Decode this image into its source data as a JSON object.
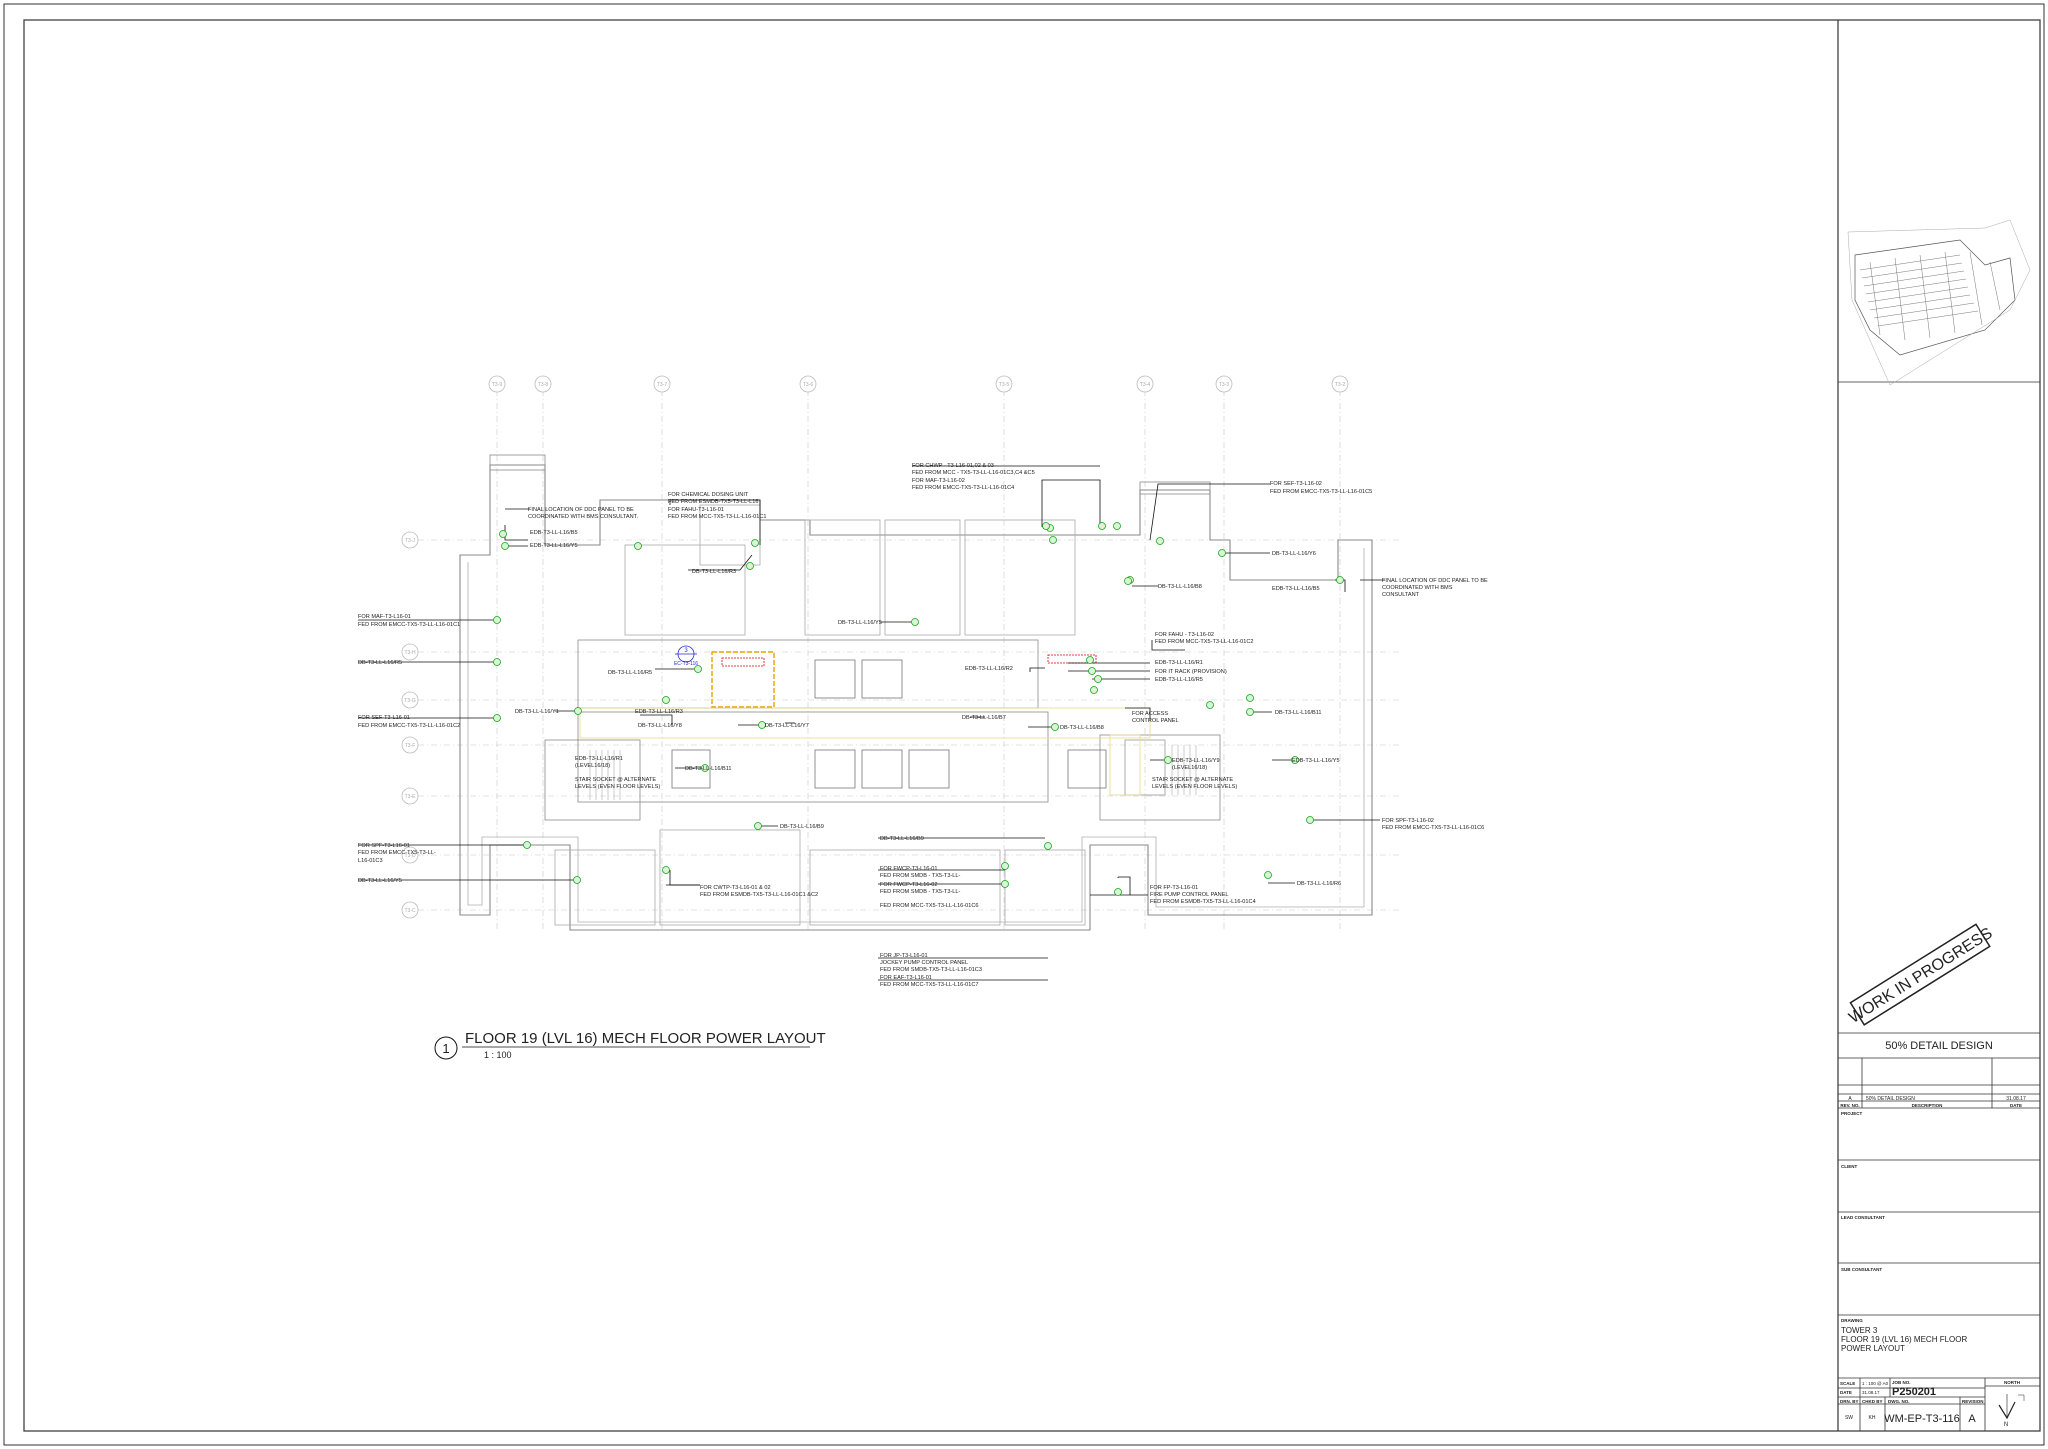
{
  "drawing": {
    "title": "FLOOR 19 (LVL 16) MECH FLOOR POWER LAYOUT",
    "view_number": "1",
    "scale": "1 : 100",
    "section_tag": {
      "number": "3",
      "ref": "EC-T3-116"
    },
    "stamp": "WORK IN PROGRESS"
  },
  "grid_labels": {
    "top": [
      "T3-9",
      "T3-8",
      "T3-7",
      "T3-6",
      "T3-5",
      "T3-4",
      "T3-3",
      "T3-2"
    ],
    "left": [
      "T3-J",
      "T3-H",
      "T3-G",
      "T3-F",
      "T3-E",
      "T3-D",
      "T3-C"
    ]
  },
  "annotations": [
    "FOR CHWP - T3-L16-01,02 & 03 -",
    "FED FROM MCC - TX5-T3-LL-L16-01C3,C4 &C5",
    "FOR MAF-T3-L16-02",
    "FED FROM EMCC-TX5-T3-LL-L16-01C4",
    "FOR SEF-T3-L16-02",
    "FED FROM EMCC-TX5-T3-LL-L16-01C5",
    "FOR CHEMICAL DOSING UNIT",
    "FED FROM ESMDB-TX5-T3-LL-L16",
    "FOR FAHU-T3-L16-01",
    "FED FROM MCC-TX5-T3-LL-L16-01C1",
    "FINAL LOCATION OF DDC PANEL TO BE",
    "COORDINATED WITH BMS CONSULTANT.",
    "EDB-T3-LL-L16/B5",
    "EDB-T3-LL-L16/Y5",
    "DB-T3-LL-L16/R3",
    "DB-T3-LL-L16/Y6",
    "DB-T3-LL-L16/B8",
    "FINAL LOCATION OF DDC PANEL TO BE",
    "COORDINATED WITH BMS",
    "CONSULTANT",
    "EDB-T3-LL-L16/B5",
    "FOR MAF-T3-L16-01",
    "FED FROM EMCC-TX5-T3-LL-L16-01C1",
    "DB-T3-LL-L16/Y5",
    "FOR FAHU - T3-L16-02",
    "FED FROM MCC-TX5-T3-LL-L16-01C2",
    "DB-T3-LL-L16/R5",
    "EDB-T3-LL-L16/R1",
    "FOR IT RACK (PROVISION)",
    "EDB-T3-LL-L16/R5",
    "DB-T3-LL-L16/R5",
    "EDB-T3-LL-L16/R2",
    "FOR SEF-T3-L16-01",
    "FED FROM EMCC-TX5-T3-LL-L16-01C2",
    "DB-T3-LL-L16/Y1",
    "EDB-T3-LL-L16/R3",
    "DB-T3-LL-L16/Y8",
    "DB-T3-LL-L16/Y7",
    "DB-T3-LL-L16/B7",
    "DB-T3-LL-L16/B8",
    "FOR ACCESS",
    "CONTROL PANEL",
    "DB-T3-LL-L16/B11",
    "EDB-T3-LL-L16/R1",
    "(LEVEL16/18)",
    "STAIR SOCKET @ ALTERNATE",
    "LEVELS (EVEN FLOOR LEVELS)",
    "DB-T3-LL-L16/B11",
    "EDB-T3-LL-L16/Y9",
    "(LEVEL16/18)",
    "STAIR SOCKET @ ALTERNATE",
    "LEVELS (EVEN FLOOR LEVELS)",
    "EDB-T3-LL-L16/Y5",
    "DB-T3-LL-L16/B9",
    "DB-T3-LL-L16/B9",
    "FOR SPF-T3-L16-02",
    "FED FROM EMCC-TX5-T3-LL-L16-01C6",
    "FOR SPF-T3-L16-01",
    "FED FROM EMCC-TX5-T3-LL-",
    "L16-01C3",
    "FOR FWCP-T3-L16-01",
    "FED FROM SMDB - TX5-T3-LL-",
    "FOR FWCP-T3-L16-02",
    "FED FROM SMDB - TX5-T3-LL-",
    "FED FROM MCC-TX5-T3-LL-L16-01C6",
    "DB-T3-LL-L16/Y5",
    "FOR CWTP-T3-L16-01 & 02",
    "FED FROM ESMDB-TX5-T3-LL-L16-01C1 &C2",
    "FOR FP-T3-L16-01",
    "FIRE PUMP CONTROL PANEL",
    "FED FROM ESMDB-TX5-T3-LL-L16-01C4",
    "DB-T3-LL-L16/R6",
    "FOR JP-T3-L16-01",
    "JOCKEY PUMP CONTROL PANEL",
    "FED FROM SMDB-TX5-T3-LL-L16-01C3",
    "FOR EAF-T3-L16-01",
    "FED FROM MCC-TX5-T3-LL-L16-01C7"
  ],
  "title_block": {
    "stage": "50% DETAIL DESIGN",
    "revisions": [
      {
        "rev": "A",
        "description": "50% DETAIL DESIGN",
        "date": "31.08.17"
      }
    ],
    "rev_headers": {
      "rev": "REV. NO.",
      "description": "DESCRIPTION",
      "date": "DATE"
    },
    "fields": {
      "project": "PROJECT",
      "client": "CLIENT",
      "lead_consultant": "LEAD CONSULTANT",
      "sub_consultant": "SUB CONSULTANT",
      "drawing": "DRAWING"
    },
    "drawing_title": [
      "TOWER 3",
      "FLOOR 19 (LVL 16) MECH FLOOR",
      "POWER LAYOUT"
    ],
    "scale_label": "SCALE",
    "scale_value": "1 : 100 @ A0",
    "date_label": "DATE",
    "date_value": "31.08.17",
    "job_no_label": "JOB NO.",
    "job_no": "P250201",
    "north_label": "NORTH",
    "drn_label": "DRN. BY",
    "chkd_label": "CHKD BY",
    "dwg_no_label": "DWG. NO.",
    "revision_label": "REVISION",
    "drn_by": "SW",
    "chkd_by": "KH",
    "dwg_no": "WM-EP-T3-116",
    "revision": "A",
    "north_letter": "N"
  }
}
